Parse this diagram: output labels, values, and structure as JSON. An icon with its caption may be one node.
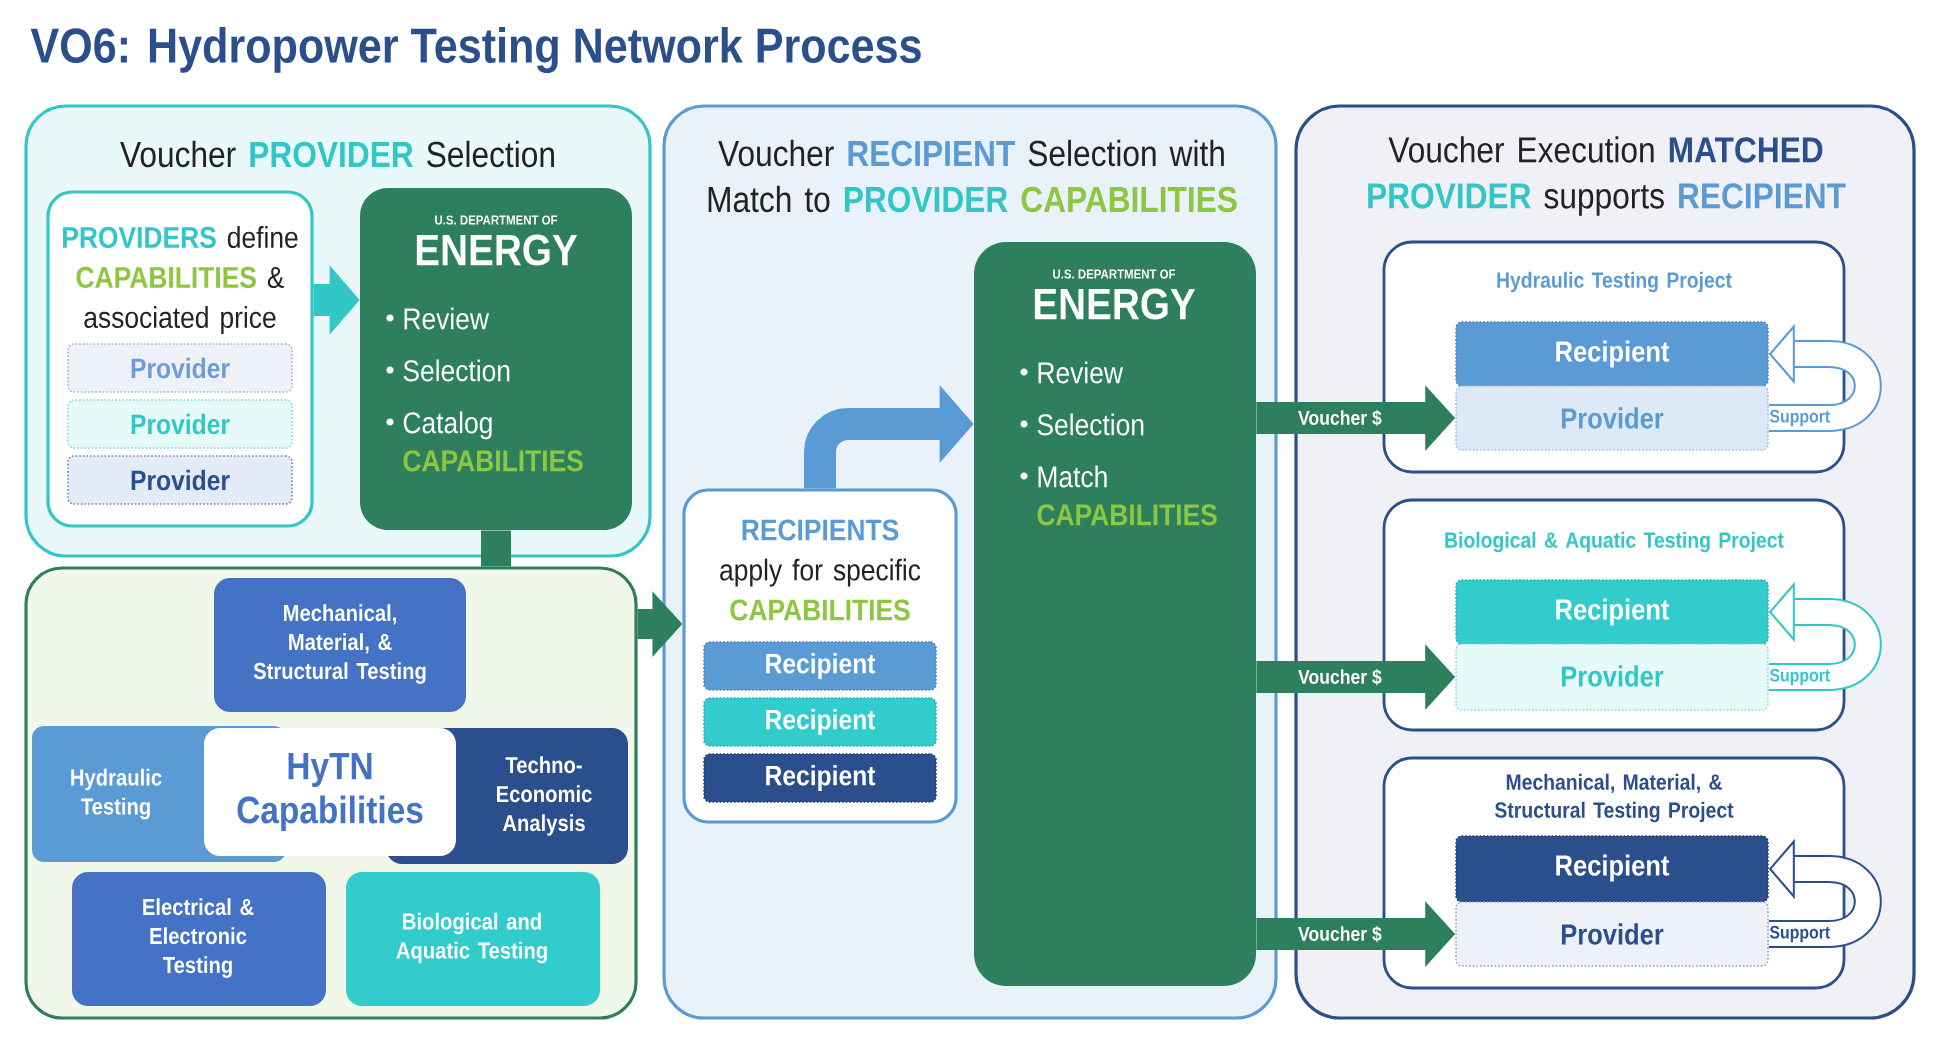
{
  "diagram": {
    "title": "VO6: Hydropower Testing Network Process",
    "nodes": [
      {
        "text": [
          "Voucher **PROVIDER** Selection"
        ]
      },
      {
        "text": [
          "**PROVIDERS** define **CAPABILITIES** & associated price"
        ],
        "in": 0
      },
      {
        "text": [
          "Provider"
        ],
        "in": 1
      },
      {
        "text": [
          "Provider"
        ],
        "in": 1
      },
      {
        "text": [
          "Provider"
        ],
        "in": 1
      },
      {
        "text": [
          "U.S. DEPARTMENT OF",
          "ENERGY",
          "Review",
          "Selection",
          "Catalog **CAPABILITIES**"
        ],
        "in": 0
      },
      {
        "text": [],
        "shape": "box"
      },
      {
        "text": [
          "Mechanical, Material, & Structural Testing"
        ],
        "in": 6
      },
      {
        "text": [
          "Hydraulic Testing"
        ],
        "in": 6
      },
      {
        "text": [
          "HyTN Capabilities"
        ],
        "in": 6
      },
      {
        "text": [
          "Techno-Economic Analysis"
        ],
        "in": 6
      },
      {
        "text": [
          "Electrical & Electronic Testing"
        ],
        "in": 6
      },
      {
        "text": [
          "Biological and Aquatic Testing"
        ],
        "in": 6
      },
      {
        "text": [
          "Voucher **RECIPIENT** Selection with Match to **PROVIDER** **CAPABILITIES**"
        ]
      },
      {
        "text": [
          "**RECIPIENTS** apply for specific **CAPABILITIES**"
        ],
        "in": 13
      },
      {
        "text": [
          "Recipient"
        ],
        "in": 14
      },
      {
        "text": [
          "Recipient"
        ],
        "in": 14
      },
      {
        "text": [
          "Recipient"
        ],
        "in": 14
      },
      {
        "text": [
          "U.S. DEPARTMENT OF",
          "ENERGY",
          "Review",
          "Selection",
          "Match **CAPABILITIES**"
        ],
        "in": 13
      },
      {
        "text": [
          "Voucher Execution **MATCHED** **PROVIDER** supports **RECIPIENT**"
        ]
      },
      {
        "text": [
          "Hydraulic Testing Project"
        ],
        "in": 19
      },
      {
        "text": [
          "Recipient"
        ],
        "in": 20
      },
      {
        "text": [
          "Provider"
        ],
        "in": 20
      },
      {
        "text": [
          "Biological & Aquatic Testing Project"
        ],
        "in": 19
      },
      {
        "text": [
          "Recipient"
        ],
        "in": 23
      },
      {
        "text": [
          "Provider"
        ],
        "in": 23
      },
      {
        "text": [
          "Mechanical, Material, & Structural Testing Project"
        ],
        "in": 19
      },
      {
        "text": [
          "Recipient"
        ],
        "in": 26
      },
      {
        "text": [
          "Provider"
        ],
        "in": 26
      }
    ],
    "edges": [
      {
        "from": 1,
        "to": 5,
        "arrow": "to",
        "color": "#33c6c6"
      },
      {
        "from": 5,
        "to": 6,
        "arrow": "none"
      },
      {
        "from": 6,
        "to": 14,
        "arrow": "to"
      },
      {
        "from": 14,
        "to": 18,
        "arrow": "to",
        "color": "#5b9bd5"
      },
      {
        "from": 18,
        "to": 22,
        "arrow": "to",
        "label": "Voucher $"
      },
      {
        "from": 18,
        "to": 25,
        "arrow": "to",
        "label": "Voucher $"
      },
      {
        "from": 18,
        "to": 28,
        "arrow": "to",
        "label": "Voucher $"
      },
      {
        "from": 22,
        "to": 21,
        "arrow": "to",
        "label": "Support",
        "color": "#5b9bd5"
      },
      {
        "from": 25,
        "to": 24,
        "arrow": "to",
        "label": "Support",
        "color": "#33c6c6"
      },
      {
        "from": 28,
        "to": 27,
        "arrow": "to",
        "label": "Support",
        "color": "#2b4f8c"
      }
    ]
  }
}
